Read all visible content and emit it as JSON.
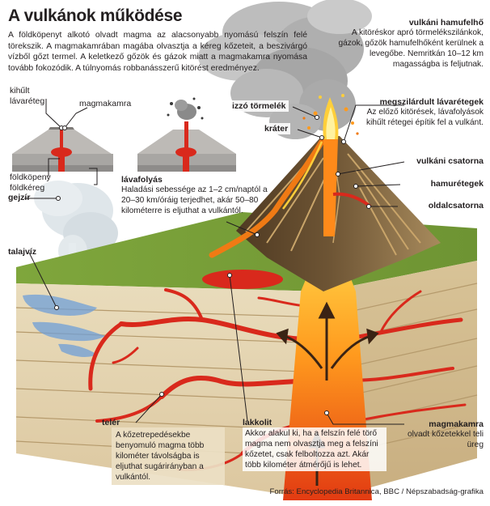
{
  "title": "A vulkánok működése",
  "intro": "A földköpenyt alkotó olvadt magma az alacsonyabb nyomású felszín felé törekszik. A magmakamrában magába olvasztja a kéreg kőzeteit, a beszivárgó vízből gőzt termel. A keletkező gőzök és gázok miatt a magmakamra nyomása tovább fokozódik. A túlnyomás robbanásszerű kitörést eredményez.",
  "mini": {
    "kihult": "kihűlt",
    "lavareteg": "lávaréteg",
    "magmakamra": "magmakamra",
    "foldkopeny": "földköpeny",
    "foldkereg": "földkéreg"
  },
  "labels": {
    "hamufelho": {
      "title": "vulkáni hamufelhő",
      "text": "A kitöréskor apró törmelékszilánkok, gázok, gőzök hamufelhőként kerülnek a levegőbe. Nemritkán 10–12 km magasságba is feljutnak."
    },
    "tormelek": "izzó törmelék",
    "krater": "kráter",
    "lavaretegek": {
      "title": "megszilárdult lávarétegek",
      "text": "Az előző kitörések, lávafolyások kihűlt rétegei építik fel a vulkánt."
    },
    "csatorna": "vulkáni csatorna",
    "hamuretegek": "hamurétegek",
    "oldalcsatorna": "oldalcsatorna",
    "lavafolyas": {
      "title": "lávafolyás",
      "text": "Haladási sebessége az 1–2 cm/naptól a 20–30 km/óráig terjedhet, akár 50–80 kilométerre is eljuthat a vulkántól."
    },
    "gejzir": "gejzír",
    "talajviz": "talajvíz",
    "teler": {
      "title": "telér",
      "text": "A kőzetrepedésekbe benyomuló magma több kilométer távolságba is eljuthat sugárirányban a vulkántól."
    },
    "lakkolit": {
      "title": "lakkolit",
      "text": "Akkor alakul ki, ha a felszín felé törő magma nem olvasztja meg a felszíni kőzetet, csak felboltozza azt. Akár több kilométer átmérőjű is lehet."
    },
    "magmakamra": {
      "title": "magmakamra",
      "text": "olvadt kőzetekkel teli üreg"
    }
  },
  "source": "Forrás: Encyclopedia Britannica, BBC / Népszabadság-grafika",
  "colors": {
    "magma": "#d9291c",
    "lava": "#f07a14",
    "rock": "#e6d4ad",
    "grass": "#7ea43d",
    "text": "#231f20"
  }
}
